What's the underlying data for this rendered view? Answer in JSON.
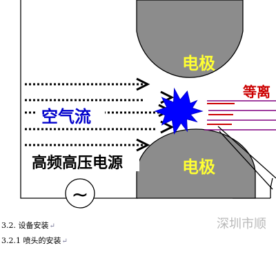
{
  "diagram": {
    "electrode_top_label": "电极",
    "electrode_bottom_label": "电极",
    "airflow_label": "空气流",
    "power_label": "高频高压电源",
    "plasma_label": "等离",
    "ac_symbol": "~",
    "colors": {
      "electrode": "#8c8c8c",
      "electrode_text": "#ffff33",
      "airflow_text": "#0000cc",
      "spark": "#0000ff",
      "plasma_text": "#cc0000",
      "beam": "#800080"
    }
  },
  "text": {
    "heading_1": "3.2. 设备安装",
    "heading_2": "3.2.1 喷头的安装",
    "return_mark": "↵",
    "watermark": "深圳市顺"
  }
}
